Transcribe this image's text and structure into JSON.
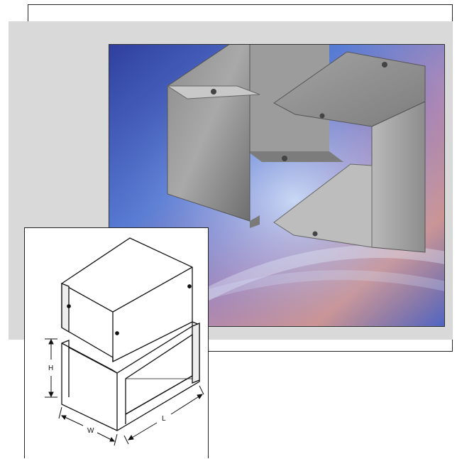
{
  "figure": {
    "photo": {
      "subject_icon": "two-piece-metal-enclosure-photo",
      "background_colors": [
        "#3a4fb0",
        "#6f8fe0",
        "#c88aa0",
        "#e39a8a"
      ]
    },
    "diagram": {
      "subject_icon": "enclosure-line-drawing",
      "dimensions": {
        "height_label": "H",
        "width_label": "W",
        "length_label": "L"
      }
    }
  }
}
